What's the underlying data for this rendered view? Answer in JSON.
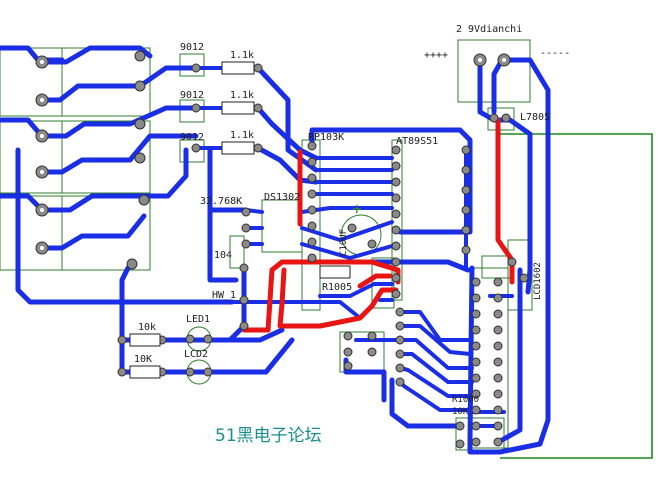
{
  "schematic": {
    "caption": "51黑电子论坛",
    "labels": {
      "power_header": "2 9Vdianchi",
      "plus_signs": "++++",
      "minus_signs": "-----",
      "regulator": "L7805",
      "mcu": "AT89S51",
      "resistor_network": "RP103K",
      "rtc": "DS1302",
      "crystal": "32.768K",
      "cap_104": "104",
      "r_1k_a": "1.1k",
      "r_1k_b": "1.1k",
      "r_1k_c": "1.1k",
      "tr_a": "9012",
      "tr_b": "9012",
      "tr_c": "9012",
      "r_1005": "R1005",
      "hw": "HW_1",
      "led1": "LED1",
      "led2": "LCD2",
      "r_10k_a": "10k",
      "r_10k_b": "10K",
      "elec_cap": "C10UF",
      "plus_mark": "+",
      "lcd_side": "LCD1602",
      "r_1000": "R1000",
      "r_10k_c": "10K"
    }
  }
}
